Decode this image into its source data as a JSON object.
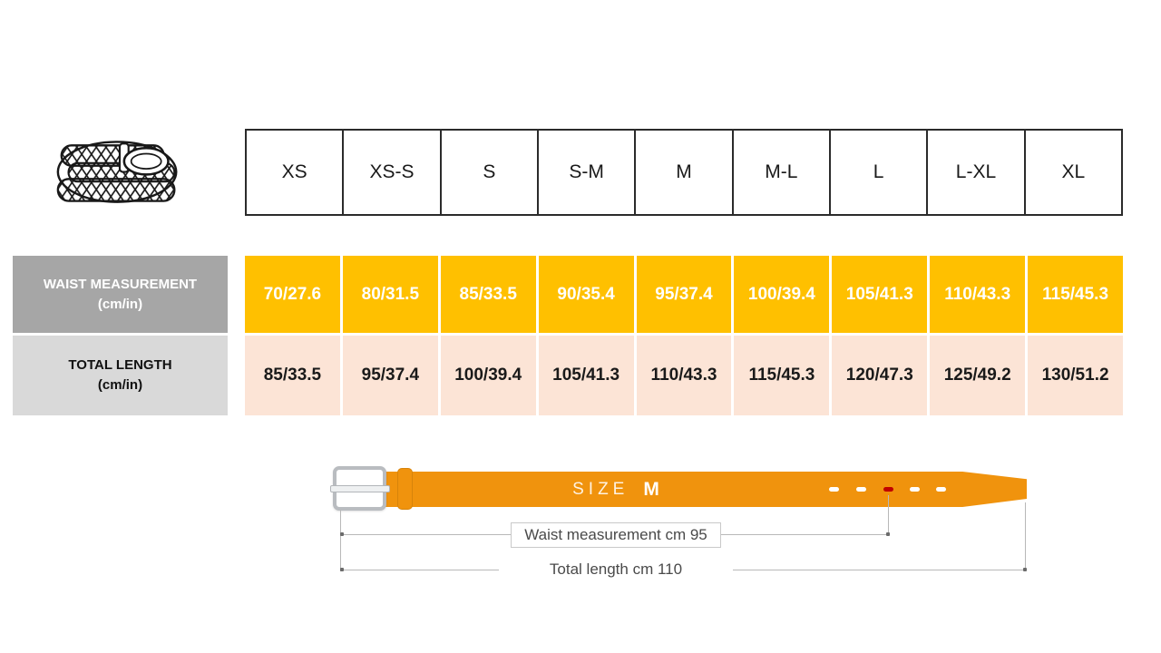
{
  "size_chart": {
    "sizes": [
      "XS",
      "XS-S",
      "S",
      "S-M",
      "M",
      "M-L",
      "L",
      "L-XL",
      "XL"
    ],
    "rows": [
      {
        "label": "WAIST MEASUREMENT",
        "unit": "(cm/in)",
        "values": [
          "70/27.6",
          "80/31.5",
          "85/33.5",
          "90/35.4",
          "95/37.4",
          "100/39.4",
          "105/41.3",
          "110/43.3",
          "115/45.3"
        ]
      },
      {
        "label": "TOTAL LENGTH",
        "unit": "(cm/in)",
        "values": [
          "85/33.5",
          "95/37.4",
          "100/39.4",
          "105/41.3",
          "110/43.3",
          "115/45.3",
          "120/47.3",
          "125/49.2",
          "130/51.2"
        ]
      }
    ]
  },
  "belt_diagram": {
    "size_label": "SIZE",
    "size_value": "M",
    "waist_annotation": "Waist measurement cm 95",
    "length_annotation": "Total length cm 110",
    "holes_count": 5,
    "marked_hole_index": 2
  },
  "colors": {
    "waist_row_bg": "#ffc000",
    "length_row_bg": "#fce4d6",
    "waist_label_bg": "#a6a6a6",
    "length_label_bg": "#d9d9d9",
    "belt_strap": "#f0930d",
    "marked_hole": "#c00000",
    "table_border": "#2b2b2b",
    "dimension_line": "#b8b8b8"
  },
  "icons": {
    "belt_icon": "braided-belt-illustration"
  }
}
